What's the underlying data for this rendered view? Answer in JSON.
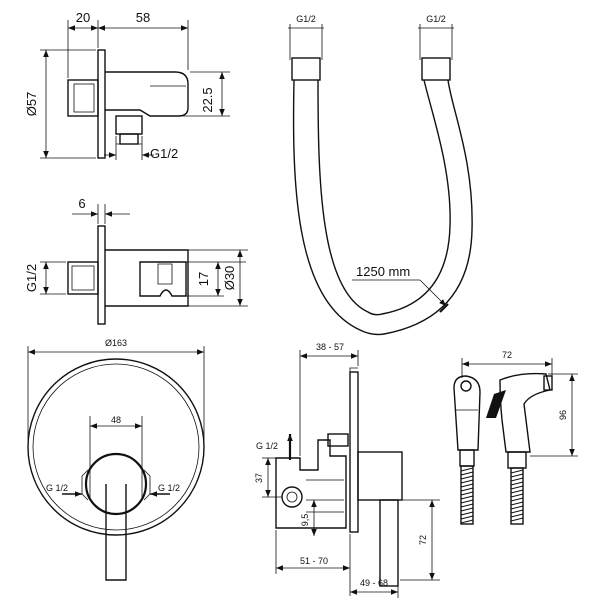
{
  "holder_top": {
    "dim_depth": "20",
    "dim_length": "58",
    "dim_diameter": "Ø57",
    "dim_height": "22.5",
    "thread": "G1/2"
  },
  "holder_bottom": {
    "dim_depth": "6",
    "dim_thread": "G1/2",
    "dim_height": "17",
    "dim_diameter": "Ø30"
  },
  "hose": {
    "thread_left": "G1/2",
    "thread_right": "G1/2",
    "length": "1250 mm"
  },
  "plate": {
    "dim_diameter": "Ø163",
    "dim_spacing": "48",
    "inlet_left": "G 1/2",
    "inlet_right": "G 1/2"
  },
  "mixer_side": {
    "dim_top": "38 - 57",
    "outlet": "G 1/2",
    "dim_37": "37",
    "dim_9_5": "9,5",
    "dim_72": "72",
    "dim_51_70": "51 - 70",
    "dim_49_68": "49 - 68"
  },
  "handset": {
    "dim_width": "72",
    "dim_height": "96"
  }
}
